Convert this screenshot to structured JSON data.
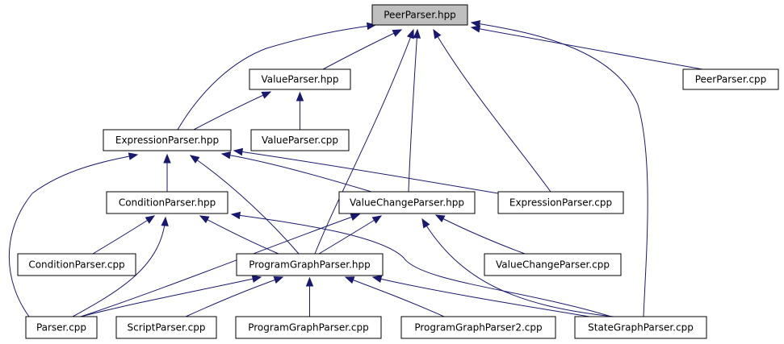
{
  "diagram": {
    "root": "PeerParser.hpp",
    "nodes": [
      {
        "id": "n0",
        "label": "PeerParser.hpp",
        "highlight": true
      },
      {
        "id": "n1",
        "label": "ValueParser.hpp"
      },
      {
        "id": "n2",
        "label": "PeerParser.cpp"
      },
      {
        "id": "n3",
        "label": "ExpressionParser.hpp"
      },
      {
        "id": "n4",
        "label": "ValueParser.cpp"
      },
      {
        "id": "n5",
        "label": "ConditionParser.hpp"
      },
      {
        "id": "n6",
        "label": "ValueChangeParser.hpp"
      },
      {
        "id": "n7",
        "label": "ExpressionParser.cpp"
      },
      {
        "id": "n8",
        "label": "ConditionParser.cpp"
      },
      {
        "id": "n9",
        "label": "ProgramGraphParser.hpp"
      },
      {
        "id": "n10",
        "label": "ValueChangeParser.cpp"
      },
      {
        "id": "n11",
        "label": "Parser.cpp"
      },
      {
        "id": "n12",
        "label": "ScriptParser.cpp"
      },
      {
        "id": "n13",
        "label": "ProgramGraphParser.cpp"
      },
      {
        "id": "n14",
        "label": "ProgramGraphParser2.cpp"
      },
      {
        "id": "n15",
        "label": "StateGraphParser.cpp"
      }
    ],
    "edges": [
      {
        "from": "n1",
        "to": "n0"
      },
      {
        "from": "n2",
        "to": "n0"
      },
      {
        "from": "n3",
        "to": "n0"
      },
      {
        "from": "n6",
        "to": "n0"
      },
      {
        "from": "n7",
        "to": "n0"
      },
      {
        "from": "n9",
        "to": "n0"
      },
      {
        "from": "n15",
        "to": "n0"
      },
      {
        "from": "n3",
        "to": "n1"
      },
      {
        "from": "n4",
        "to": "n1"
      },
      {
        "from": "n5",
        "to": "n3"
      },
      {
        "from": "n6",
        "to": "n3"
      },
      {
        "from": "n7",
        "to": "n3"
      },
      {
        "from": "n9",
        "to": "n3"
      },
      {
        "from": "n11",
        "to": "n3"
      },
      {
        "from": "n8",
        "to": "n5"
      },
      {
        "from": "n9",
        "to": "n5"
      },
      {
        "from": "n11",
        "to": "n5"
      },
      {
        "from": "n15",
        "to": "n5"
      },
      {
        "from": "n9",
        "to": "n6"
      },
      {
        "from": "n10",
        "to": "n6"
      },
      {
        "from": "n11",
        "to": "n6"
      },
      {
        "from": "n15",
        "to": "n6"
      },
      {
        "from": "n11",
        "to": "n9"
      },
      {
        "from": "n12",
        "to": "n9"
      },
      {
        "from": "n13",
        "to": "n9"
      },
      {
        "from": "n14",
        "to": "n9"
      },
      {
        "from": "n15",
        "to": "n9"
      }
    ],
    "colors": {
      "edge": "#191970",
      "root_fill": "#bfbfbf",
      "node_fill": "#ffffff",
      "border": "#000000"
    }
  }
}
